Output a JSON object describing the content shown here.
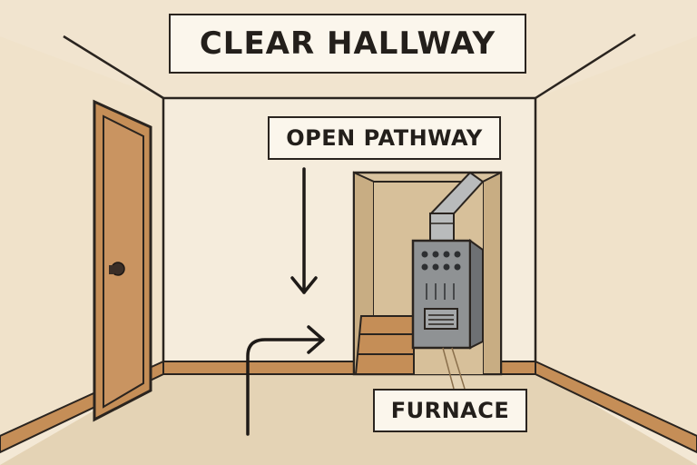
{
  "labels": {
    "title": "CLEAR HALLWAY",
    "pathway": "OPEN PATHWAY",
    "furnace": "FURNACE"
  },
  "colors": {
    "wall": "#f3e8d5",
    "floor": "#e4d3b5",
    "wood": "#c58e57",
    "wood_dark": "#8a5a32",
    "closet_interior": "#ddc8a6",
    "furnace_body": "#8f9294",
    "furnace_dark": "#56595c",
    "pipe": "#b9bbbc",
    "outline": "#2a241f"
  },
  "icons": {
    "down_arrow": "arrow-down-icon",
    "turn_arrow": "arrow-turn-right-icon",
    "knob": "door-knob-icon"
  }
}
